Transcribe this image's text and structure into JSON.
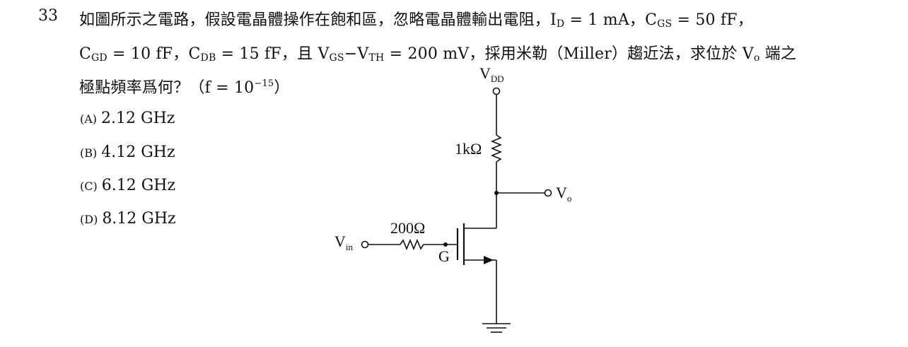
{
  "question": {
    "number": "33",
    "stem_line1_a": "如圖所示之電路，假設電晶體操作在飽和區，忽略電晶體輸出電阻，I",
    "stem_line1_sub_d": "D",
    "stem_line1_b": " = 1 mA，C",
    "stem_line1_sub_gs": "GS",
    "stem_line1_c": " = 50 fF，",
    "stem_line2_a": "C",
    "stem_line2_sub_gd": "GD",
    "stem_line2_b": " = 10 fF，C",
    "stem_line2_sub_db": "DB",
    "stem_line2_c": " = 15 fF，且 V",
    "stem_line2_sub_gs": "GS",
    "stem_line2_d": "−V",
    "stem_line2_sub_th": "TH",
    "stem_line2_e": " = 200 mV，採用米勒（Miller）趨近法，求位於 V",
    "stem_line2_sub_o": "o",
    "stem_line2_f": " 端之",
    "stem_line3_a": "極點頻率爲何？（f = 10",
    "stem_line3_sup": "−15",
    "stem_line3_b": "）"
  },
  "options": [
    {
      "label": "(A)",
      "text": "2.12 GHz"
    },
    {
      "label": "(B)",
      "text": "4.12 GHz"
    },
    {
      "label": "(C)",
      "text": "6.12 GHz"
    },
    {
      "label": "(D)",
      "text": "8.12 GHz"
    }
  ],
  "circuit": {
    "vdd_main": "V",
    "vdd_sub": "DD",
    "r_drain": "1kΩ",
    "vout_main": "V",
    "vout_sub": "o",
    "r_gate": "200Ω",
    "vin_main": "V",
    "vin_sub": "in",
    "gate_label": "G"
  }
}
